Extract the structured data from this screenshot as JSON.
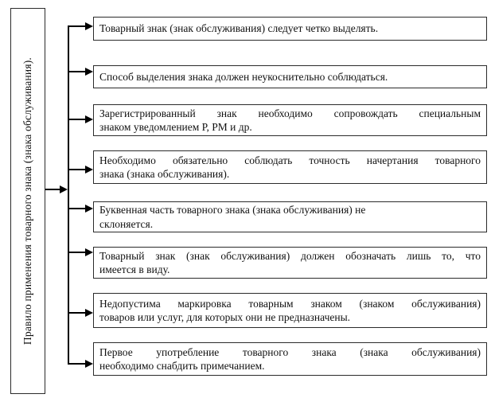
{
  "diagram": {
    "root": {
      "label": "Правило применения товарного знака (знака обслуживания)."
    },
    "rules": [
      {
        "lines": [
          "Товарный знак (знак обслуживания) следует четко выделять."
        ]
      },
      {
        "lines": [
          "Способ выделения знака должен неукоснительно соблюдаться."
        ]
      },
      {
        "lines": [
          "Зарегистрированный знак необходимо сопровождать специальным",
          "знаком уведомлением Р, РМ и др."
        ]
      },
      {
        "lines": [
          "Необходимо обязательно соблюдать точность начертания товарного",
          "знака (знака обслуживания)."
        ]
      },
      {
        "lines": [
          "Буквенная часть товарного знака (знака обслуживания) не",
          "склоняется."
        ]
      },
      {
        "lines": [
          "Товарный знак (знак обслуживания) должен обозначать лишь то, что",
          "имеется в виду."
        ]
      },
      {
        "lines": [
          "Недопустима маркировка товарным знаком (знаком обслуживания)",
          "товаров или услуг, для которых они не предназначены."
        ]
      },
      {
        "lines": [
          "Первое употребление товарного знака (знака обслуживания)",
          "необходимо снабдить примечанием."
        ]
      }
    ],
    "colors": {
      "background": "#ffffff",
      "border": "#2b2b2b",
      "line": "#000000",
      "text": "#111111"
    }
  }
}
